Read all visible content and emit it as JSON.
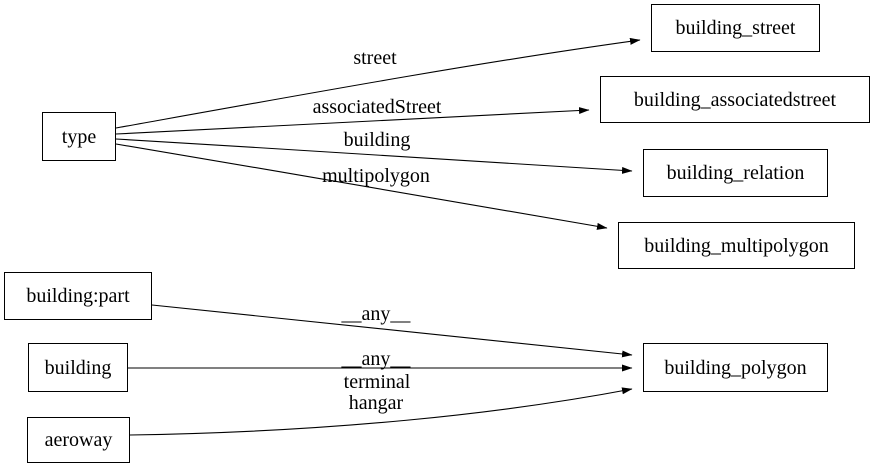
{
  "diagram": {
    "type": "directed-graph",
    "colors": {
      "background": "#ffffff",
      "node_border": "#000000",
      "edge_stroke": "#000000",
      "text": "#000000"
    },
    "nodes": [
      {
        "id": "type",
        "label": "type"
      },
      {
        "id": "building_part",
        "label": "building:part"
      },
      {
        "id": "building",
        "label": "building"
      },
      {
        "id": "aeroway",
        "label": "aeroway"
      },
      {
        "id": "building_street",
        "label": "building_street"
      },
      {
        "id": "building_associatedstreet",
        "label": "building_associatedstreet"
      },
      {
        "id": "building_relation",
        "label": "building_relation"
      },
      {
        "id": "building_multipolygon",
        "label": "building_multipolygon"
      },
      {
        "id": "building_polygon",
        "label": "building_polygon"
      }
    ],
    "edges": [
      {
        "from": "type",
        "to": "building_street",
        "label": "street"
      },
      {
        "from": "type",
        "to": "building_associatedstreet",
        "label": "associatedStreet"
      },
      {
        "from": "type",
        "to": "building_relation",
        "label": "building"
      },
      {
        "from": "type",
        "to": "building_multipolygon",
        "label": "multipolygon"
      },
      {
        "from": "building:part",
        "to": "building_polygon",
        "label": "__any__"
      },
      {
        "from": "building",
        "to": "building_polygon",
        "label": "__any__"
      },
      {
        "from": "aeroway",
        "to": "building_polygon",
        "label": "terminal",
        "label_line2": "hangar"
      }
    ]
  }
}
